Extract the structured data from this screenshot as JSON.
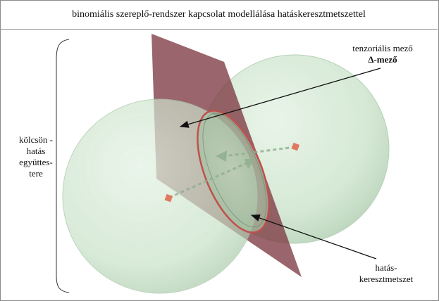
{
  "title": "binomiális szereplő-rendszer kapcsolat modellálása hatáskeresztmetszettel",
  "left_label": {
    "lines": [
      "kölcsön -",
      "hatás",
      "együttes-",
      "tere"
    ]
  },
  "top_label": {
    "line1": "tenzoriális mező",
    "line2": "Δ-mező"
  },
  "bottom_label": {
    "line1": "hatás-",
    "line2": "keresztmetszet"
  },
  "colors": {
    "sphere_fill": "#cfe7cf",
    "sphere_stroke": "#a9c9a9",
    "plane": "#7d3a42",
    "disc_rim": "#c0504d",
    "point": "#e07a5f",
    "arrow": "#111111"
  }
}
